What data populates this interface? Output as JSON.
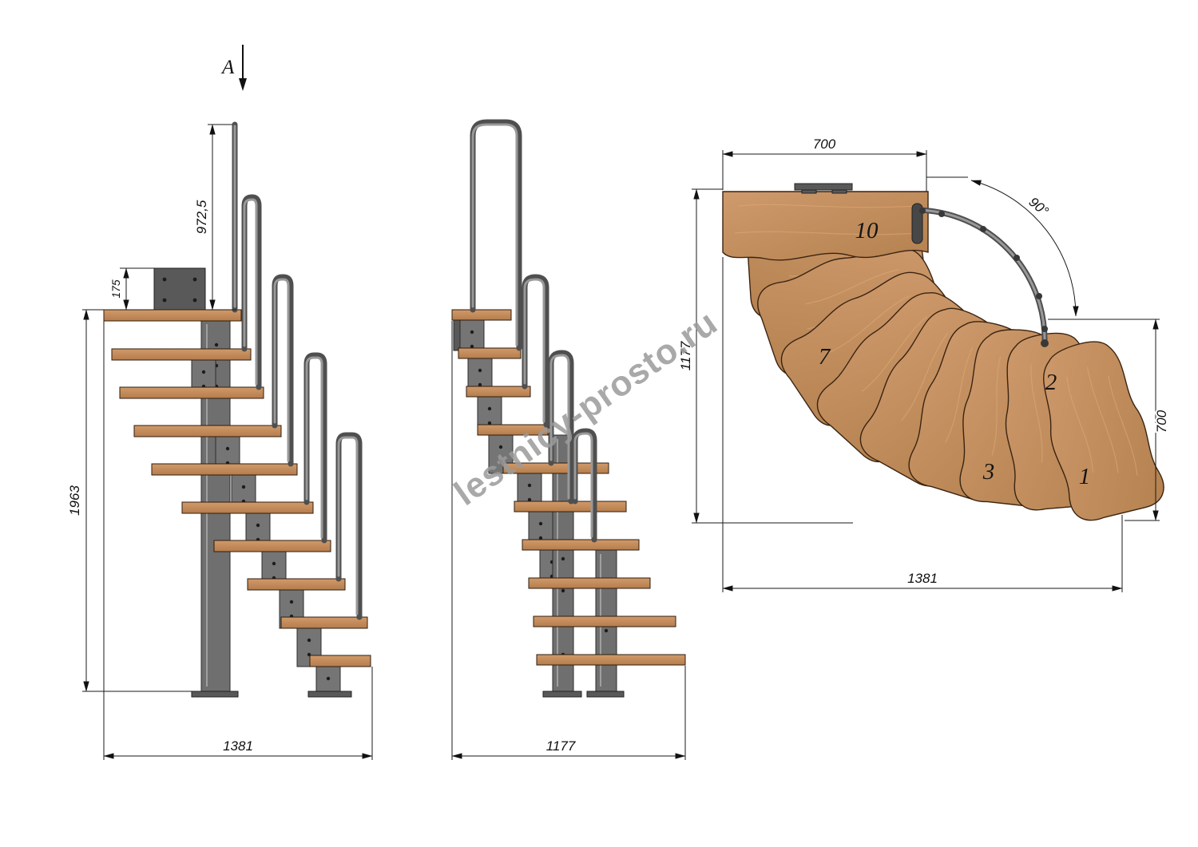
{
  "page": {
    "title": "Modular staircase technical drawing",
    "background": "#ffffff"
  },
  "watermark": "lestnicy-prosto.ru",
  "section_marker": {
    "label": "A"
  },
  "side_view": {
    "dims": {
      "handrail_height": "972,5",
      "mount_plate_height": "175",
      "total_height": "1963",
      "total_run": "1381"
    }
  },
  "front_view": {
    "dims": {
      "total_width": "1177"
    }
  },
  "plan_view": {
    "dims": {
      "top_width": "700",
      "turn_angle": "90°",
      "left_depth": "1177",
      "right_width": "700",
      "bottom_width": "1381"
    },
    "tread_numbers": [
      "10",
      "7",
      "3",
      "2",
      "1"
    ]
  },
  "colors": {
    "wood": "#c68d5e",
    "wood_dark": "#b07a4a",
    "metal": "#757575",
    "metal_dark": "#4f4f4f",
    "line": "#1a1a1a",
    "watermark": "#9b9b9b"
  }
}
